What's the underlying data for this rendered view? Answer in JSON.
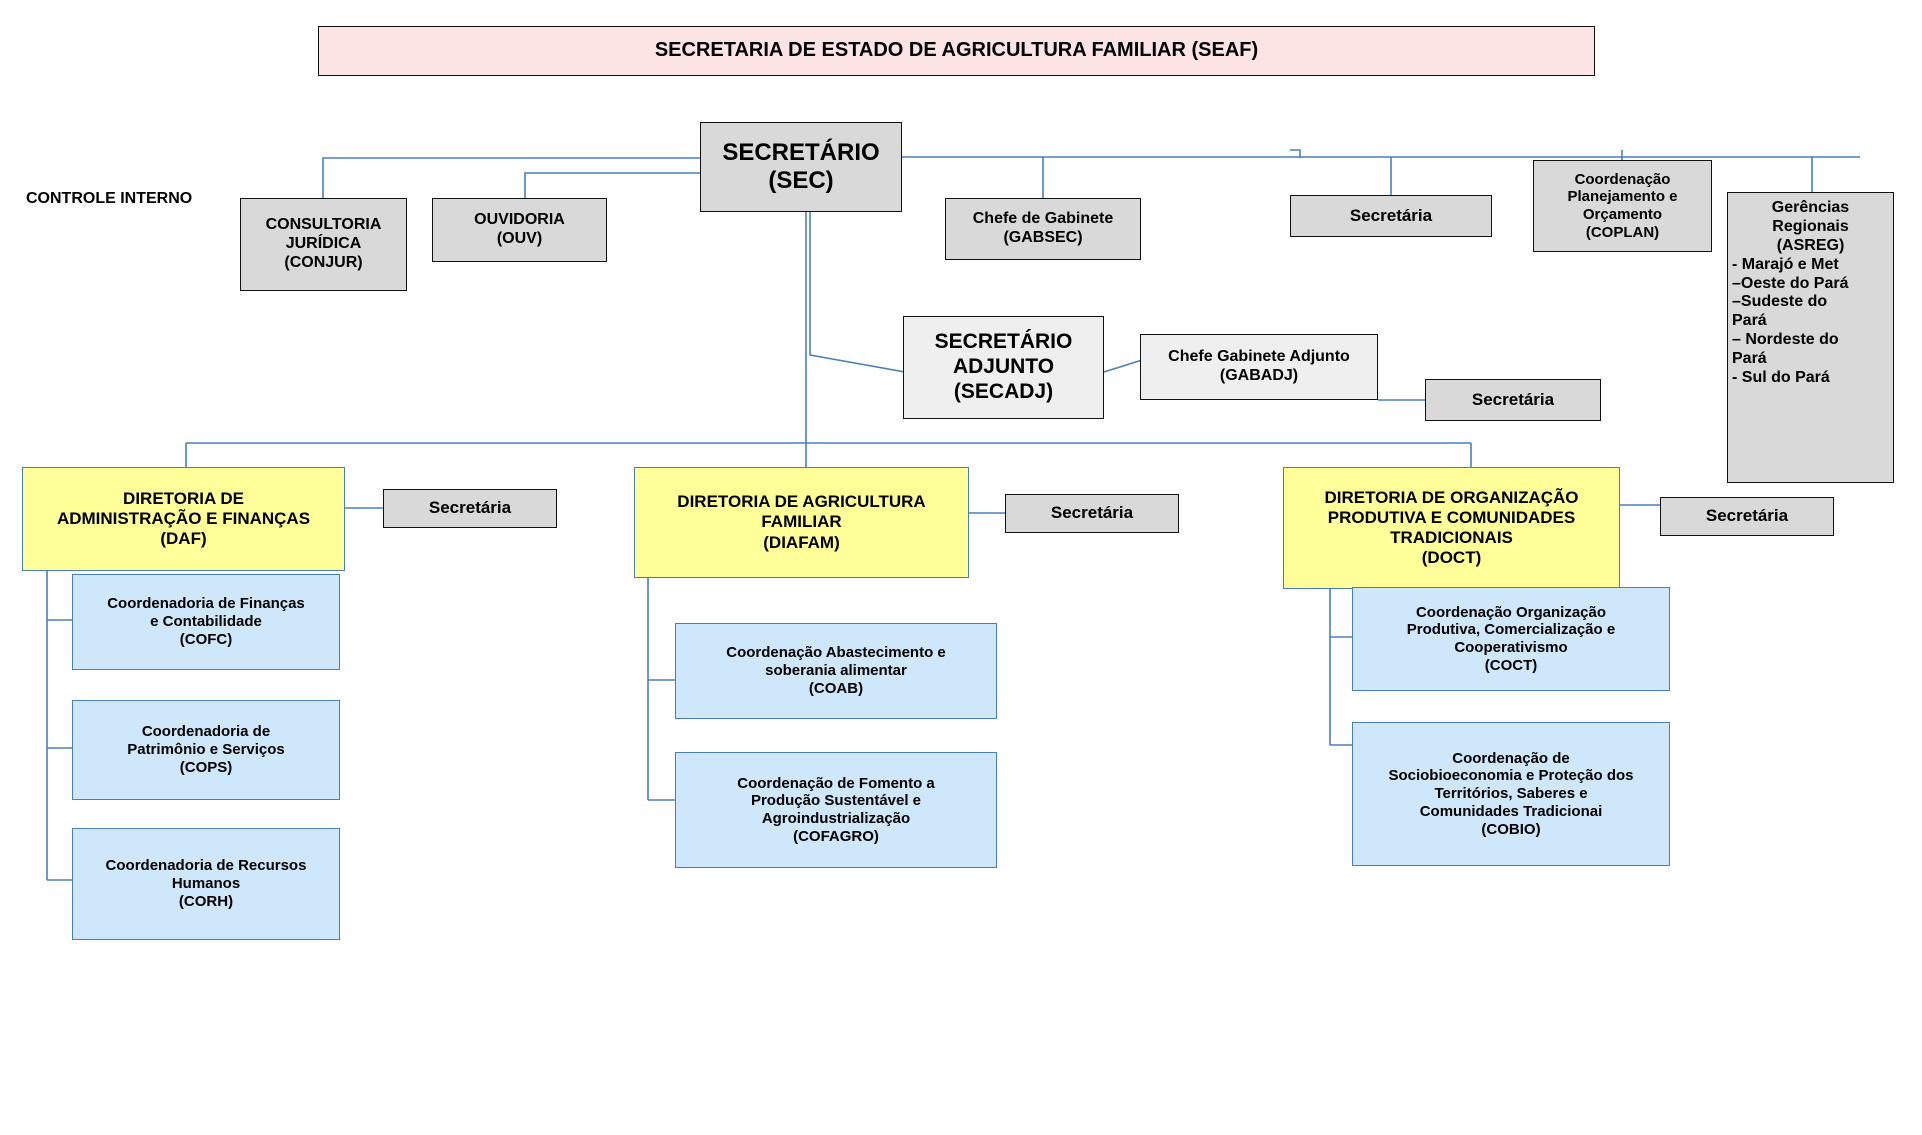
{
  "chart_title": "SECRETARIA DE ESTADO DE AGRICULTURA FAMILIAR (SEAF)",
  "colors": {
    "header_fill": "#FCE4E4",
    "grey_fill": "#D9D9D9",
    "light_grey_fill": "#EFEFEF",
    "directorate_fill": "#FFFF99",
    "coordination_fill": "#CFE7FA",
    "connector_line": "#4A7EBB",
    "border_dark": "#111111"
  },
  "nodes": {
    "header": "SECRETARIA DE ESTADO DE AGRICULTURA FAMILIAR (SEAF)",
    "controle_interno": "CONTROLE INTERNO",
    "secretario": "SECRETÁRIO\n(SEC)",
    "secretario_l1": "SECRETÁRIO",
    "secretario_l2": "(SEC)",
    "conjur_l1": "CONSULTORIA",
    "conjur_l2": "JURÍDICA",
    "conjur_l3": "(CONJUR)",
    "ouvidoria_l1": "OUVIDORIA",
    "ouvidoria_l2": "(OUV)",
    "gabsec_l1": "Chefe de Gabinete",
    "gabsec_l2": "(GABSEC)",
    "secretaria_sec": "Secretária",
    "coplan_l1": "Coordenação",
    "coplan_l2": "Planejamento e",
    "coplan_l3": "Orçamento",
    "coplan_l4": "(COPLAN)",
    "asreg_l1": "Gerências",
    "asreg_l2": "Regionais",
    "asreg_l3": "(ASREG)",
    "asreg_items": [
      "- Marajó e Met",
      "–Oeste do Pará",
      "–Sudeste do",
      "Pará",
      "– Nordeste do",
      "Pará",
      "- Sul do Pará"
    ],
    "secadj_l1": "SECRETÁRIO",
    "secadj_l2": "ADJUNTO",
    "secadj_l3": "(SECADJ)",
    "gabadj_l1": "Chefe Gabinete Adjunto",
    "gabadj_l2": "(GABADJ)",
    "secretaria_adj": "Secretária",
    "daf_l1": "DIRETORIA DE",
    "daf_l2": "ADMINISTRAÇÃO E FINANÇAS",
    "daf_l3": "(DAF)",
    "secretaria_daf": "Secretária",
    "cofc_l1": "Coordenadoria de Finanças",
    "cofc_l2": "e Contabilidade",
    "cofc_l3": "(COFC)",
    "cops_l1": "Coordenadoria de",
    "cops_l2": "Patrimônio e Serviços",
    "cops_l3": "(COPS)",
    "corh_l1": "Coordenadoria de Recursos",
    "corh_l2": "Humanos",
    "corh_l3": "(CORH)",
    "diafam_l1": "DIRETORIA DE AGRICULTURA",
    "diafam_l2": "FAMILIAR",
    "diafam_l3": "(DIAFAM)",
    "secretaria_diafam": "Secretária",
    "coab_l1": "Coordenação Abastecimento e",
    "coab_l2": "soberania alimentar",
    "coab_l3": "(COAB)",
    "cofagro_l1": "Coordenação de Fomento a",
    "cofagro_l2": "Produção Sustentável e",
    "cofagro_l3": "Agroindustrialização",
    "cofagro_l4": "(COFAGRO)",
    "doct_l1": "DIRETORIA DE ORGANIZAÇÃO",
    "doct_l2": "PRODUTIVA E COMUNIDADES",
    "doct_l3": "TRADICIONAIS",
    "doct_l4": "(DOCT)",
    "secretaria_doct": "Secretária",
    "coct_l1": "Coordenação  Organização",
    "coct_l2": "Produtiva, Comercialização  e",
    "coct_l3": "Cooperativismo",
    "coct_l4": "(COCT)",
    "cobio_l1": "Coordenação de",
    "cobio_l2": "Sociobioeconomia  e Proteção dos",
    "cobio_l3": "Territórios, Saberes e",
    "cobio_l4": "Comunidades  Tradicionai",
    "cobio_l5": "(COBIO)"
  }
}
